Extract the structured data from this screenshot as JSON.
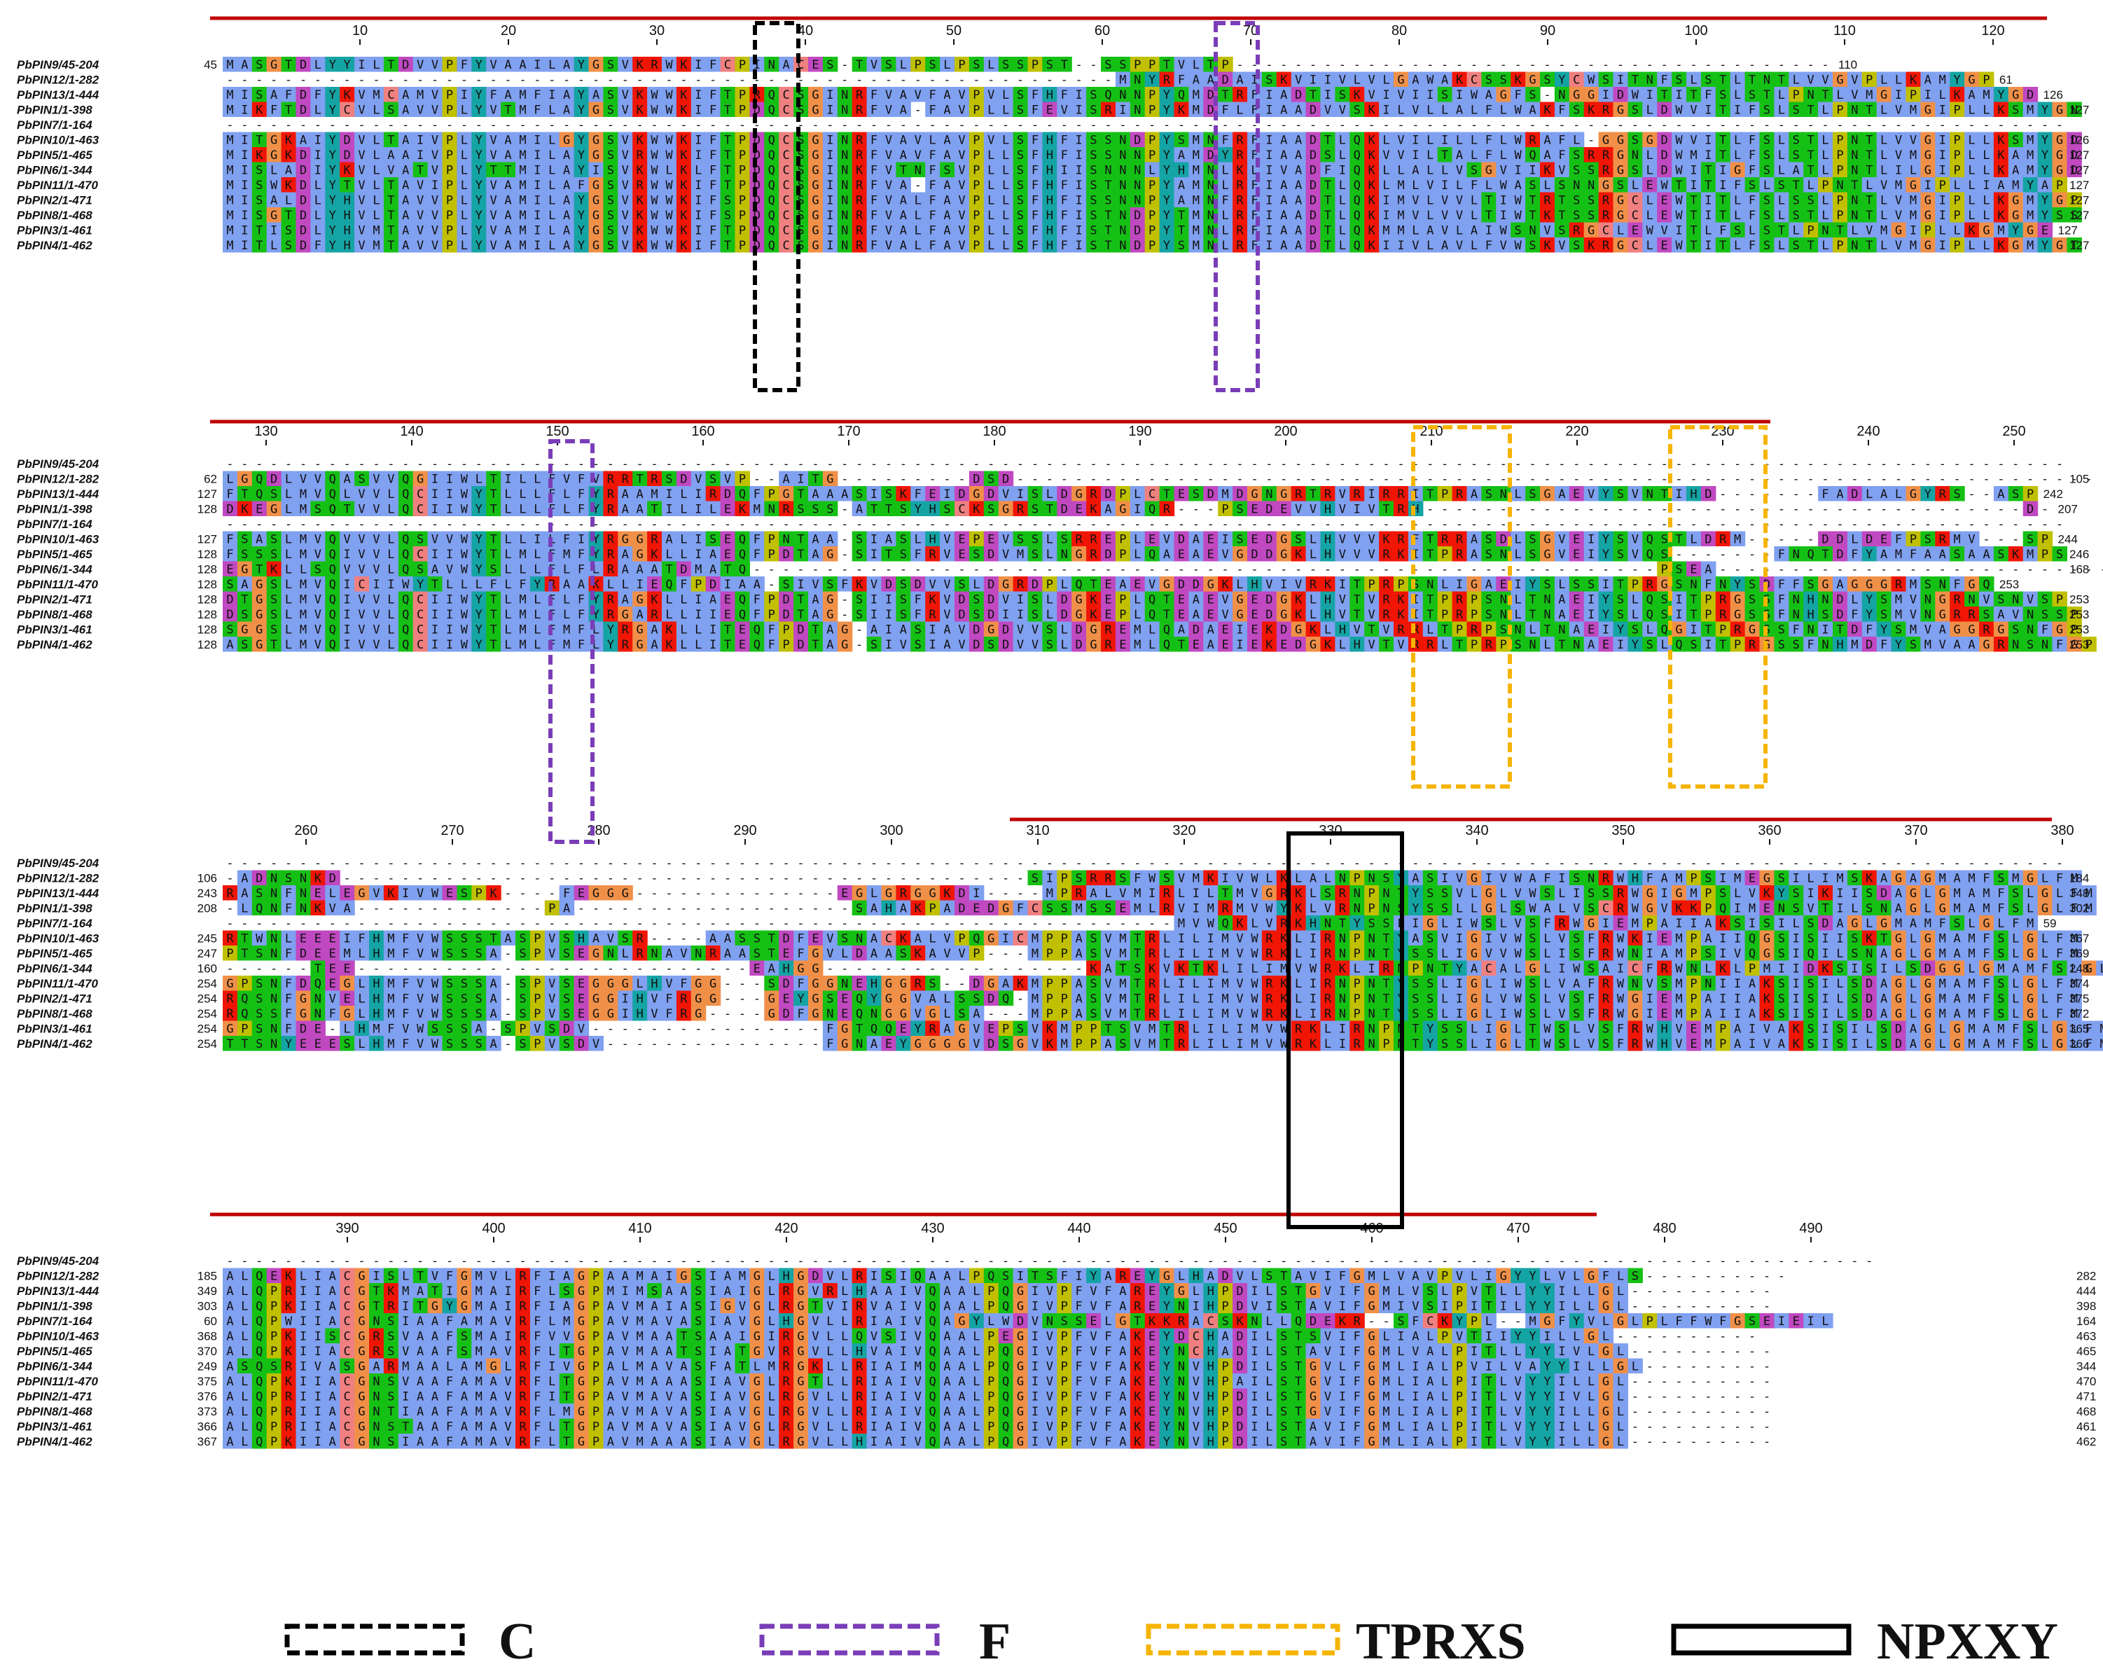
{
  "names": [
    "PbPIN9/45-204",
    "PbPIN12/1-282",
    "PbPIN13/1-444",
    "PbPIN1/1-398",
    "PbPIN7/1-164",
    "PbPIN10/1-463",
    "PbPIN5/1-465",
    "PbPIN6/1-344",
    "PbPIN11/1-470",
    "PbPIN2/1-471",
    "PbPIN8/1-468",
    "PbPIN3/1-461",
    "PbPIN4/1-462"
  ],
  "blocks": [
    {
      "ruler": [
        "10",
        "20",
        "30",
        "40",
        "50",
        "60",
        "70",
        "80",
        "90",
        "100",
        "110",
        "120"
      ],
      "rows": [
        {
          "start": "45",
          "seq": "MASGTDLYYILTDVVPFYVAAILAYGSVKRWKIFCPINACES-TVSLPSLPSLSSPST--SSPPTVLTP-----------------------------------------",
          "end": "110"
        },
        {
          "start": "",
          "seq": "-------------------------------------------------------------MNYRFAADAISKVIIVLVLGAWAKCSSKGSYCWSITNFSLSTLTNTLVVGVPLLKAMYGP",
          "end": "61"
        },
        {
          "start": "",
          "seq": "MISAFDFYKVMCAMVPIYFAMFIAYASVKWWKIFTPRQCSGINRFVAVFAVPVLSFHFISQNNPYQMDTRFIADTISKVIVIISIWAGFS-NGGIDWITITFSLSTLPNTLVMGIPILKAMYGD",
          "end": "126"
        },
        {
          "start": "",
          "seq": "MIKFTDLYCVLSAVVPLYVTMFLAYGSVKWWKIFTPDQCSGINRFVA-FAVPLLSFEVISRINPYKMDFLFIAADVVSKILVLLALFLWAKFSKRGSLDWVITIFSLSTLPNTLVMGIPLLKSMYGN",
          "end": "127"
        },
        {
          "start": "",
          "seq": "------------------------------------------------------------------------------------------------------------------------------",
          "end": ""
        },
        {
          "start": "",
          "seq": "MITGKAIYDVLTAIVPLYVAMILGYGSVKWWKIFTPDQCSGINRFVAVLAVPVLSFHFISSNDPYSMNFRFIAADTLQKLVILILLFLWRAFL-GGSGDWVITLFSLSTLPNTLVVGIPLLKSMYGD",
          "end": "126"
        },
        {
          "start": "",
          "seq": "MIKGKDIYDVLAAIVPLYVAMILAYGSVRWWKIFTPDQCSGINRFVAVFAVPLLSFHFISSNNPYAMDYRFIAADSLQKVVILTALFLWQAFSRRGNLDWMITLFSLSTLPNTLVMGIPLLKAMYGD",
          "end": "127"
        },
        {
          "start": "",
          "seq": "MISLADIYKVLVATVPLYTTMILAYISVKWLKLFTPDQCSGINKFVTNFSVPLLSFHIISNNNLYHMNLKLIVADFIQKLLALLVSGVIIKVSSRGSLDWITIGFSLATLPNTLILGIPLLKAMYGD",
          "end": "127"
        },
        {
          "start": "",
          "seq": "MISWKDLYTVLTAVIPLYVAMILAFGSVRWWKIFTPDQCSGINRFVA-FAVPLLSFHFISTNNPYAMNLRFIAADTLQKLMLVILFLWASLSNNGSLEWTITIFSLSTLPNTLVMGIPLLIAMYAP",
          "end": "127"
        },
        {
          "start": "",
          "seq": "MISALDLYHVLTAVVPLYVAMILAYGSVKWWKIFSPDQCSGINRFVALFAVPLLSFHFISSNNPYAMNFRFIAADTLQKIMVLVVLTIWTRTSSRGCLEWTITLFSLSSLPNTLVMGIPLLKGMYGP",
          "end": "127"
        },
        {
          "start": "",
          "seq": "MISGTDLYHVLTAVVPLYVAMILAYGSVKWWKIFSPDQCSGINRFVALFAVPLLSFHFISTNDPYTMNLRFIAADTLQKIMVLVVLTIWTKTSSRGCLEWTITLFSLSTLPNTLVMGIPLLKGMYSS",
          "end": "127"
        },
        {
          "start": "",
          "seq": "MITISDLYHVMTAVVPLYVAMILAYGSVKWWKIFTPDQCSGINRFVALFAVPLLSFHFISTNDPYTMNLRFIAADTLQKMMLAVLAIWSNVSRGCLEWVITLFSLSTLPNTLVMGIPLLKGMYGE",
          "end": "127"
        },
        {
          "start": "",
          "seq": "MITLSDFYHVMTAVVPLYVAMILAYGSVKWWKIFTPDQCSGINRFVALFAVPLLSFHFISTNDPYSMNLRFIAADTLQKIIVLAVLFVWSKVSKRGCLEWTITLFSLSTLPNTLVMGIPLLKGMYGT",
          "end": "127"
        }
      ]
    },
    {
      "ruler": [
        "130",
        "140",
        "150",
        "160",
        "170",
        "180",
        "190",
        "200",
        "210",
        "220",
        "230",
        "240",
        "250"
      ],
      "rows": [
        {
          "start": "",
          "seq": "------------------------------------------------------------------------------------------------------------------------------",
          "end": ""
        },
        {
          "start": "62",
          "seq": "LGQDLVVQASVVQGIIWLTILLFVFVRRTRSDVSVP--AITG---------DSD--------------------------------------------------------------------------",
          "end": "105"
        },
        {
          "start": "127",
          "seq": "FTQSLMVQLVVLQCIIWYTLLLFLFYRAAMILIRDQFPGTAAASISKFEIDGDVISLDGRDPLCTESDMDGNGRTRVRIRRITPRASNLSGAEVYSVNTIHD-------FADLALGYRS--ASP",
          "end": "242"
        },
        {
          "start": "128",
          "seq": "DKEGLMSQTVVLQCIIWYTLLLFLFYRAATILILEKMNRSSS-ATTSYHSCKSGRSTDEKAGIQR---PSEDEVVHVIVTRH-----------------------------------------D-",
          "end": "207"
        },
        {
          "start": "",
          "seq": "------------------------------------------------------------------------------------------------------------------------------",
          "end": ""
        },
        {
          "start": "127",
          "seq": "FSASLMVQVVVLQSVVWYTLLILFIYRGGRALISEQFPNTAA-SIASLHVEPEVSSLSRREPLEVDAEISEDGSLHVVVKRFTRRASDLSGVEIYSVQSTLDRM-----DDLDEFPSRMV---SP",
          "end": "244"
        },
        {
          "start": "128",
          "seq": "FSSSLMVQIVVLQCIIWYTLMLFMFYRAGKLLIAEQFPDTAG-SITSFRVESDVMSLNGRDPLQAEAEVGDDGKLHVVVRKITPRASNLSGVEIYSVQS-------FNQTDFYAMFAASAASKMPS",
          "end": "246"
        },
        {
          "start": "128",
          "seq": "EGTKLLSQVVVLQSAVWYSLLLFLFLRAAATDMATQ--------------------------------------------------------------PSEA----------------------------",
          "end": "168"
        },
        {
          "start": "128",
          "seq": "SAGSLMVQICIIWYTLLLFLFYRAAKLLIEQFPDIAA-SIVSFKVDSDVVSLDGRDPLQTEAEVGDDGKLHVIVRKITPRPSNLIGAEIYSLSSITPRGSNFNYSDFFSGAGGGRMSNFGQ",
          "end": "253"
        },
        {
          "start": "128",
          "seq": "DTGSLMVQIVVLQCIIWYTLMLFLFYRAGKLLIAEQFPDTAG-SIISFKVDSDVISLDGKEPLQTEAEVGEDGKLHVTVRKITPRPSNLTNAEIYSLQSITPRGSSFNHNDLYSMVNGRNVSNVSP",
          "end": "253"
        },
        {
          "start": "128",
          "seq": "DSGSLMVQIVVLQCIIWYTLMLFLFYRGARLLIIEQFPDTAG-SIISFRVDSDIISLDGKEPLQTEAEVGEDGKLHVTVRKITPRPSNLTNAEIYSLQSITPRGSSFNHSDFYSMVNGRRSAVNSSP",
          "end": "253"
        },
        {
          "start": "128",
          "seq": "SGGSLMVQIVVLQCIIWYTLMLFMFLYRGAKLLITEQFPDTAG-AIASIAVDGDVVSLDGREMLQADAEIEKDGKLHVTVRRLTPRPSNLTNAEIYSLQGITPRGSSFNITDFYSMVAGGRGSNFGP",
          "end": "253"
        },
        {
          "start": "128",
          "seq": "ASGTLMVQIVVLQCIIWYTLMLFMFLYRGAKLLITEQFPDTAG-SIVSIAVDSDVVSLDGREMLQTEAEIEKEDGKLHVTVRRLTPRPSNLTNAEIYSLQSITPRGSSFNHMDFYSMVAAGRNSNFGP",
          "end": "253"
        }
      ]
    },
    {
      "ruler": [
        "260",
        "270",
        "280",
        "290",
        "300",
        "310",
        "320",
        "330",
        "340",
        "350",
        "360",
        "370",
        "380"
      ],
      "rows": [
        {
          "start": "",
          "seq": "------------------------------------------------------------------------------------------------------------------------------",
          "end": ""
        },
        {
          "start": "106",
          "seq": "-ADNSNKD-----------------------------------------------SIPSRRSFWSVMKIVWLKLALNPNSYASIVGIVWAFISNRWHFAMPSIMEGSILIMSKAGAGMAMFSMGLFM",
          "end": "184"
        },
        {
          "start": "243",
          "seq": "RASNFNELEGVKIVWESPK----FEGGG--------------EGLGRGGKDI----MPRALVMIRLILTMVGRKLSRNPNTYSSVLGLVWSLISSRWGIGMPSLVKYSIKIISDAGLGMAMFSLGLFM",
          "end": "348"
        },
        {
          "start": "208",
          "seq": "-LQNFNKVA-------------PA-------------------SAHAKPADEDGFCSSMSSEMLRVIMRMVWYKLVRNPNSYSSLLGLSWALVSCRWGVKKPQIMENSVTILSNAGLGMAMFSLGLFM",
          "end": "302"
        },
        {
          "start": "",
          "seq": "-----------------------------------------------------------------MVWQKLVRKHNTYSSLIGLIWSLVSFRWGIEMPAIIAKSISILSDAGLGMAMFSLGLFM",
          "end": "59"
        },
        {
          "start": "245",
          "seq": "RTWNLEEEIFHMFVWSSSTASPVSHAVSR----AASSTDFEVSNACKALVPQGICMPPASVMTRLILIMVWRKLIRNPNTYASVIGIVWSLVSFRWKIEMPAIIQGSISIISKTGLGMAMFSLGLFM",
          "end": "367"
        },
        {
          "start": "247",
          "seq": "PTSNFDEEMLHMFVWSSSA-SPVSEGNLRNAVNRAASTEFGVLDAASKAVVP---MPPASVMTRLILIMVWRKLIRNPNTYSSLIGVVWSLISFRWNIAMPSIVQGSIQILSNAGLGMAMFSLGLFM",
          "end": "369"
        },
        {
          "start": "160",
          "seq": "------TEE---------------------------EAHGG------------------KATSKVKTKLILIMVWRKLIRNPNTYACALGLIWSAICFRWNLKLPMIIDKSISILSDGGLGMAMFSLGLFM",
          "end": "248"
        },
        {
          "start": "254",
          "seq": "GPSNFDQEGLHMFVWSSSA-SPVSEGGGLHVFGG---SDFGGNEHGGRS--DGAKMPPASVMTRLILIMVWRKLIRNPNTYSSLIGLIWSLVAFRWNVSMPNIIAKSISILSDAGLGMAMFSLGLFM",
          "end": "374"
        },
        {
          "start": "254",
          "seq": "RQSNFGNVELHMFVWSSSA-SPVSEGGIHVFRGG---GEYGSEQYGGVALSSDQ-MPPASVMTRLILIMVWRKLIRNPNTYSSLIGLVWSLVSFRWGIEMPAIIAKSISILSDAGLGMAMFSLGLFM",
          "end": "375"
        },
        {
          "start": "254",
          "seq": "RQSSFGNFGLHMFVWSSSA-SPVSEGGIHVFRG----GDFGNEQNGGVGLSA---MPPASVMTRLILIMVWRKLIRNPNTYSSLIGLIWSLVSFRWGIEMPAIIAKSISILSDAGLGMAMFSLGLFM",
          "end": "372"
        },
        {
          "start": "254",
          "seq": "GPSNFDE-LHMFVWSSSA-SPVSDV----------------FGTQQEYRAGVEPSVKMPPTSVMTRLILIMVWRKLIRNPNTYSSLIGLTWSLVSFRWHVEMPAIVAKSISILSDAGLGMAMFSLGLFM",
          "end": "365"
        },
        {
          "start": "254",
          "seq": "TTSNYEEESLHMFVWSSSA-SPVSDV---------------FGNAEYGGGGVDSGVKMPPASVMTRLILIMVWRKLIRNPNTYSSLIGLTWSLVSFRWHVEMPAIVAKSISILSDAGLGMAMFSLGLFM",
          "end": "366"
        }
      ]
    },
    {
      "ruler": [
        "390",
        "400",
        "410",
        "420",
        "430",
        "440",
        "450",
        "460",
        "470",
        "480",
        "490"
      ],
      "rows": [
        {
          "start": "",
          "seq": "-----------------------------------------------------------------------------------------------------------------",
          "end": ""
        },
        {
          "start": "185",
          "seq": "ALQEKLIACGISLTVFGMVLRFIAGPAAMAIGSIAMGLHGDVLRISIQAALPQSITSFIYAREYGLHADVLSTAVIFGMLVAVPVLIGYYLVLGFLS----------",
          "end": "282"
        },
        {
          "start": "349",
          "seq": "ALQPRIIACGTKMATIGMAIRFLSGPMIMSAASIAIGLRGVRLHAAIVQAALPQGIVPFVFAREYGLHPDILSTGVIFGMLVSLPVTLLYYILLGL----------",
          "end": "444"
        },
        {
          "start": "303",
          "seq": "ALQPKIIACGTRITGYGMAIRFIAGPAVMAIASIGVGLRGTVIRVAIVQAALPQGIVPFVFAREYNIHPDVISTAVIFGMIVSIPITILYYILLGL----------",
          "end": "398"
        },
        {
          "start": "60",
          "seq": "ALQPWIIACGNSIAAFAMAVRFLMGPAVMAVASIAVGLHGVLLRIAIVQAGYLWDVNSSELGTKKRACSKNLLQDEKR--SFCKYPL--MGFYVLGLPLFFWFGSEIEIL",
          "end": "164"
        },
        {
          "start": "368",
          "seq": "ALQPKIISCGRSVAAFSMAIRFVVGPAVMAATSAAIGIRGVLLQVSIVQAALPEGIVPFVFAKEYDCHADILSTSVIFGLIALPVTIIYYILLGL----------",
          "end": "463"
        },
        {
          "start": "370",
          "seq": "ALQPKIIACGRSVAAFSMAVRFLTGPAVMAATSIATGVRGVLLHVAIVQAALPQGIVPFVFAKEYNCHADILSTAVIFGMLVALPITLLYYIVLGL----------",
          "end": "465"
        },
        {
          "start": "249",
          "seq": "ASQSRIVASGARMAALAMGLRFIVGPALMAVASFATLMRGKLLRIAIMQAALPQGIVPFVFAKEYNVHPDILSTGVLFGMLIALPVILVAYYILLGL---------",
          "end": "344"
        },
        {
          "start": "375",
          "seq": "ALQPKIIACGNSVAAFAMAVRFLTGPAVMAAASIAVGLRGTLLRIAIVQAALPQGIVPFVFAKEYNVHPAILSTGVIFGMLIALPITLVYYILLGL----------",
          "end": "470"
        },
        {
          "start": "376",
          "seq": "ALQPRIIACGNSIAAFAMAVRFITGPAVMAVASIAVGLRGVLLRIAIVQAALPQGIVPFVFAKEYNVHPDILSTGVIFGMLIALPITLVYYIVLGL----------",
          "end": "471"
        },
        {
          "start": "373",
          "seq": "ALQPRIIACGNTIAAFAMAVRFLMGPAVMAVASIAVGLRGVLLRIAIVQAALPQGIVPFVFAKEYNVHPDILSTGVIFGMLIALPITLVYYILLGL----------",
          "end": "468"
        },
        {
          "start": "366",
          "seq": "ALQPRIIACGNSTAAFAMAVRFLTGPAVMAVASIAVGLRGVLLRIAIVQAALPQGIVPFVFAKEYNVHPDILSTAVIFGMLIALPITLVYYILLGL----------",
          "end": "461"
        },
        {
          "start": "367",
          "seq": "ALQPKIIACGNSIAAFAMAVRFLTGPAVMAAASIAVGLRGVLLHIAIVQAALPQGIVPFVFAKEYNVHPDILSTAVIFGMLIALPITLVYYILLGL----------",
          "end": "462"
        }
      ]
    }
  ],
  "legend": [
    {
      "label": "C",
      "color": "#000000",
      "style": "dashed"
    },
    {
      "label": "F",
      "color": "#7a3db8",
      "style": "dashed"
    },
    {
      "label": "TPRXS",
      "color": "#f5b400",
      "style": "dashed"
    },
    {
      "label": "NPXXY",
      "color": "#000000",
      "style": "solid"
    }
  ],
  "colors": {
    "hydrophobic": "#80a0f0",
    "glycine": "#f09048",
    "proline": "#c0c000",
    "polar": "#15c015",
    "positive": "#f01505",
    "negative": "#c048c0",
    "aromatic": "#15a4a4",
    "cysteine": "#f08080",
    "conservation_line": "#c00000"
  }
}
